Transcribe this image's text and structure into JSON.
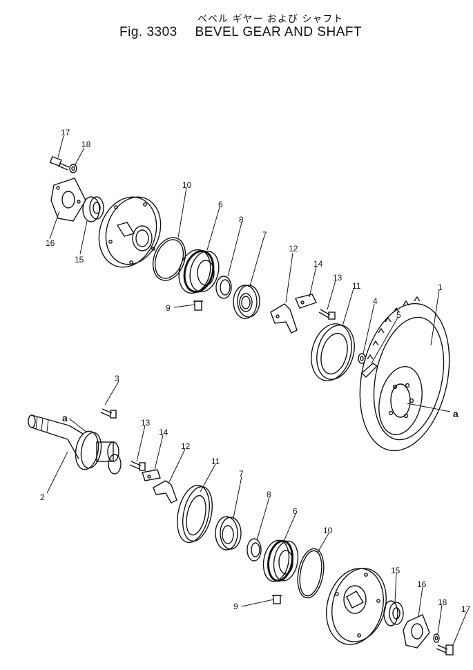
{
  "figure": {
    "title_jp": "ベベル ギヤー および シャフト",
    "fig_number": "Fig. 3303",
    "title_en": "BEVEL GEAR AND SHAFT"
  },
  "labels": {
    "p1": "1",
    "p2": "2",
    "p3": "3",
    "p4": "4",
    "p5": "5",
    "p6_top": "6",
    "p7_top": "7",
    "p8_top": "8",
    "p9_top": "9",
    "p10_top": "10",
    "p11_top": "11",
    "p12_top": "12",
    "p13_top": "13",
    "p14_top": "14",
    "p15_top": "15",
    "p16_top": "16",
    "p17_top": "17",
    "p18_top": "18",
    "p6_bot": "6",
    "p7_bot": "7",
    "p8_bot": "8",
    "p9_bot": "9",
    "p10_bot": "10",
    "p11_bot": "11",
    "p12_bot": "12",
    "p13_bot": "13",
    "p14_bot": "14",
    "p15_bot": "15",
    "p16_bot": "16",
    "p17_bot": "17",
    "p18_bot": "18",
    "ref_a_shaft": "a",
    "ref_a_gear": "a"
  }
}
